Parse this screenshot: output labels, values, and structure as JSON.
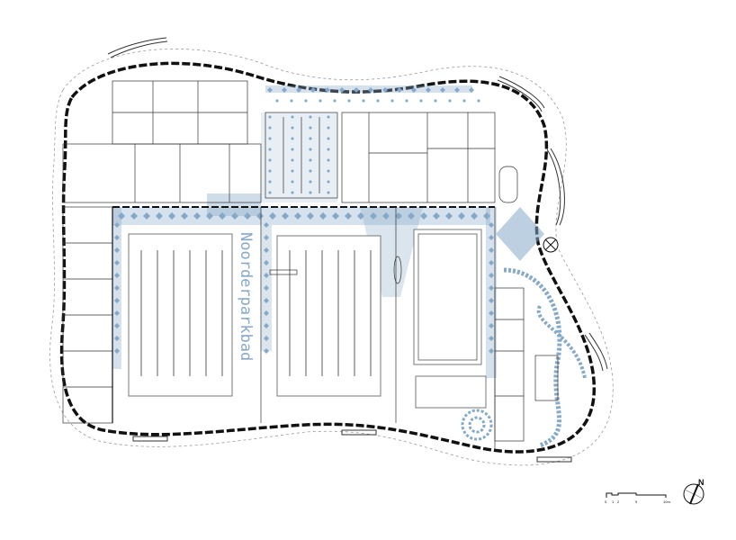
{
  "plan": {
    "building_name": "Noorderparkbad",
    "pattern_color": "#86a9c8",
    "wall_color": "#111111"
  },
  "scale_bar": {
    "ticks": [
      "0",
      "1",
      "2",
      "5",
      "10m."
    ]
  },
  "north_arrow": {
    "label": "N"
  }
}
